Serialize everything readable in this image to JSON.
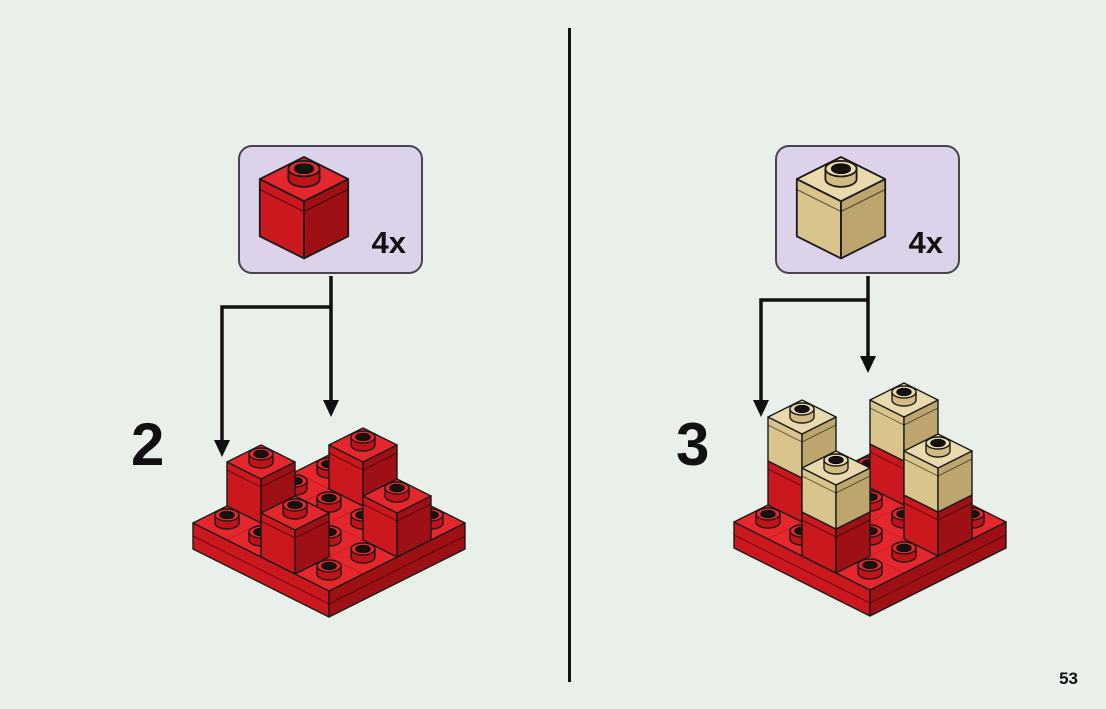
{
  "page": {
    "number": "53",
    "background_color": "#e8f0e9"
  },
  "steps": [
    {
      "number": "2",
      "callout": {
        "quantity": "4x",
        "part": "red-brick-1x1"
      }
    },
    {
      "number": "3",
      "callout": {
        "quantity": "4x",
        "part": "tan-brick-1x1"
      }
    }
  ],
  "colors": {
    "callout_background": "#dcd2e9",
    "callout_border": "#49434f",
    "brick_red": "#e6262d",
    "brick_red_shadow": "#9e1014",
    "brick_tan": "#ead9ac",
    "brick_tan_shadow": "#bda56e",
    "stud_hole": "#17120f",
    "outline": "#1a1a1a",
    "arrow": "#111111",
    "divider": "#111111"
  }
}
